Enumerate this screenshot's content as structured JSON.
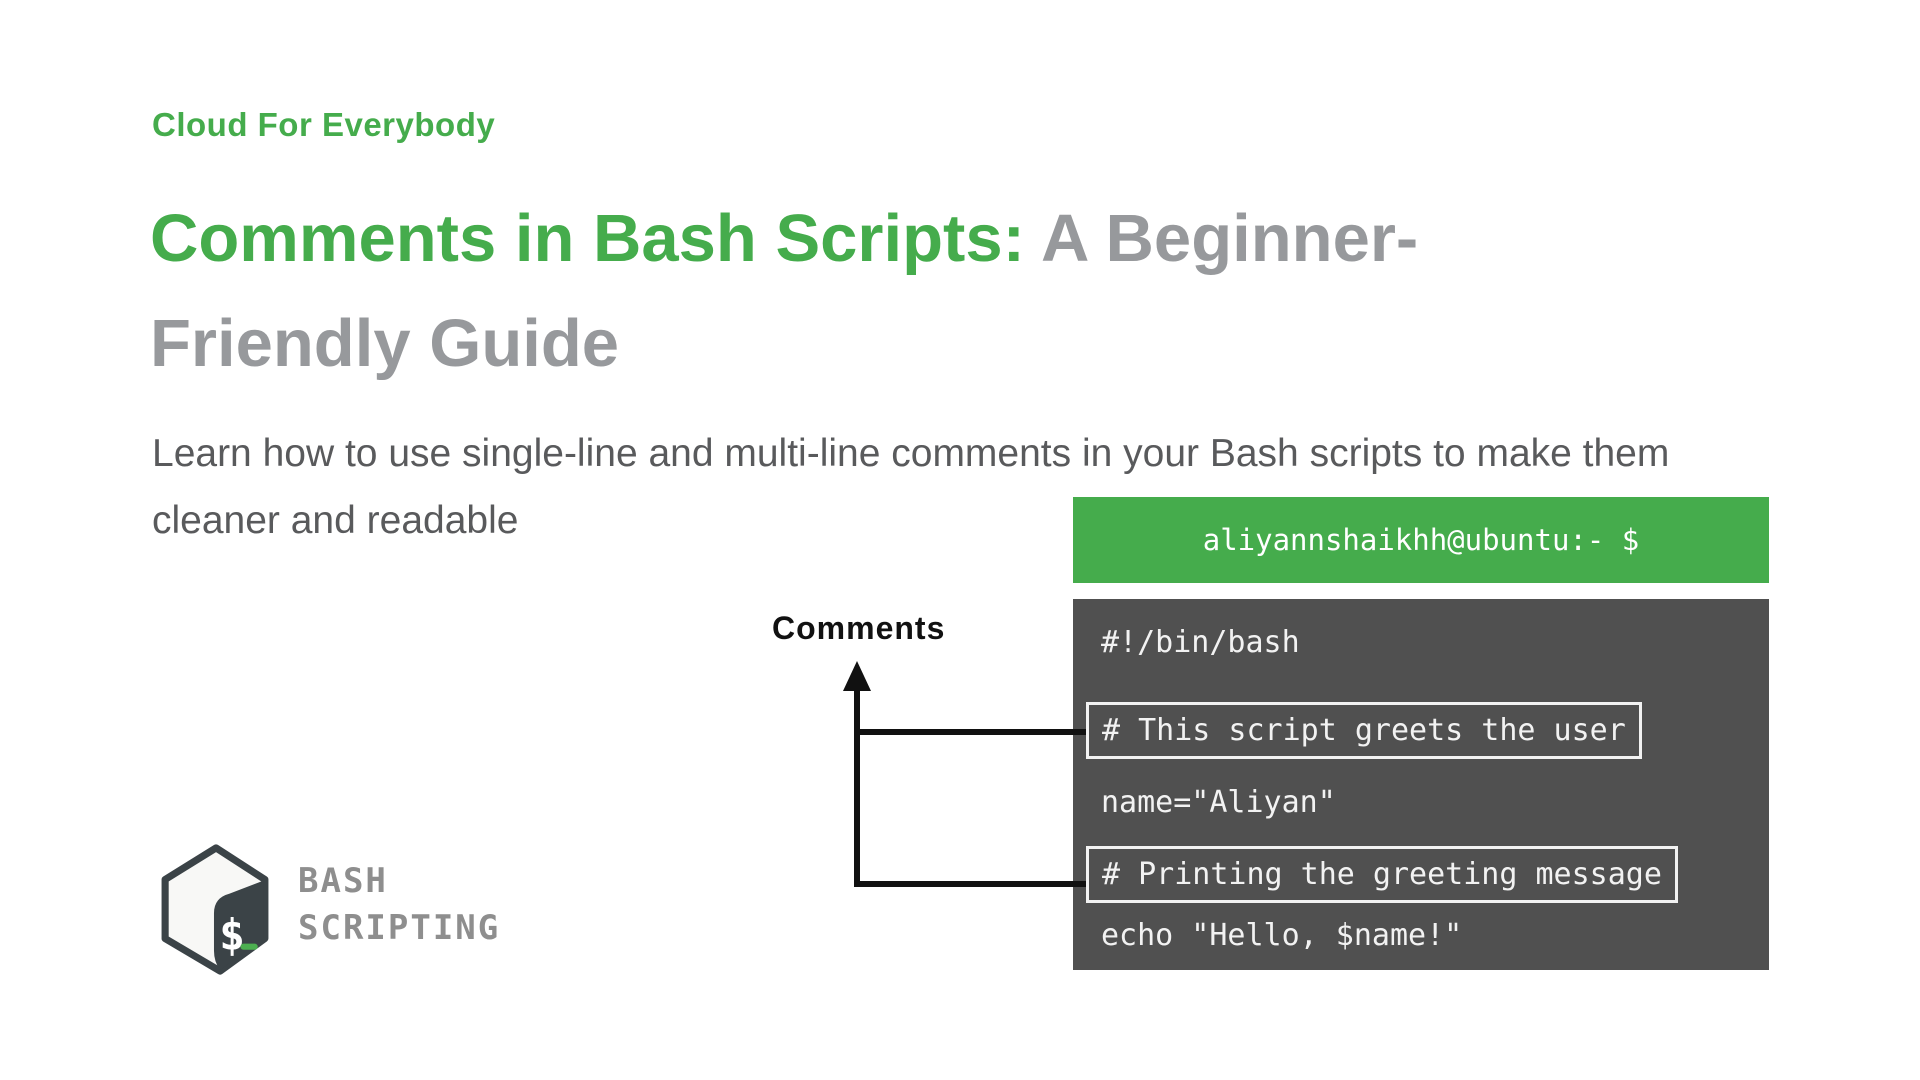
{
  "page": {
    "background": "#FFFFFF"
  },
  "header": {
    "eyebrow": "Cloud For Everybody",
    "title_highlight": "Comments in Bash Scripts:",
    "title_rest": " A Beginner-Friendly Guide",
    "subtitle": "Learn how to use single-line and multi-line comments in your Bash scripts to make them cleaner and readable"
  },
  "terminal": {
    "prompt": "aliyannshaikhh@ubuntu:- $",
    "lines": [
      {
        "text": "#!/bin/bash",
        "boxed": false
      },
      {
        "text": "# This script greets the user",
        "boxed": true
      },
      {
        "text": "name=\"Aliyan\"",
        "boxed": false
      },
      {
        "text": "# Printing the greeting message",
        "boxed": true
      },
      {
        "text": "echo \"Hello, $name!\"",
        "boxed": false
      }
    ]
  },
  "annotation": {
    "label": "Comments"
  },
  "logo": {
    "symbol": "$",
    "wordmark_line1": "BASH",
    "wordmark_line2": "SCRIPTING"
  },
  "colors": {
    "green": "#45AC4C",
    "terminal_header_bg": "#45AC4C",
    "terminal_body_bg": "#505050",
    "title_gray": "#97999C",
    "subtitle_gray": "#595A5C",
    "annotation_black": "#111111",
    "logo_dark": "#3B4347",
    "wordmark_gray": "#8E8E8E",
    "underscore_green": "#4CAF50"
  }
}
